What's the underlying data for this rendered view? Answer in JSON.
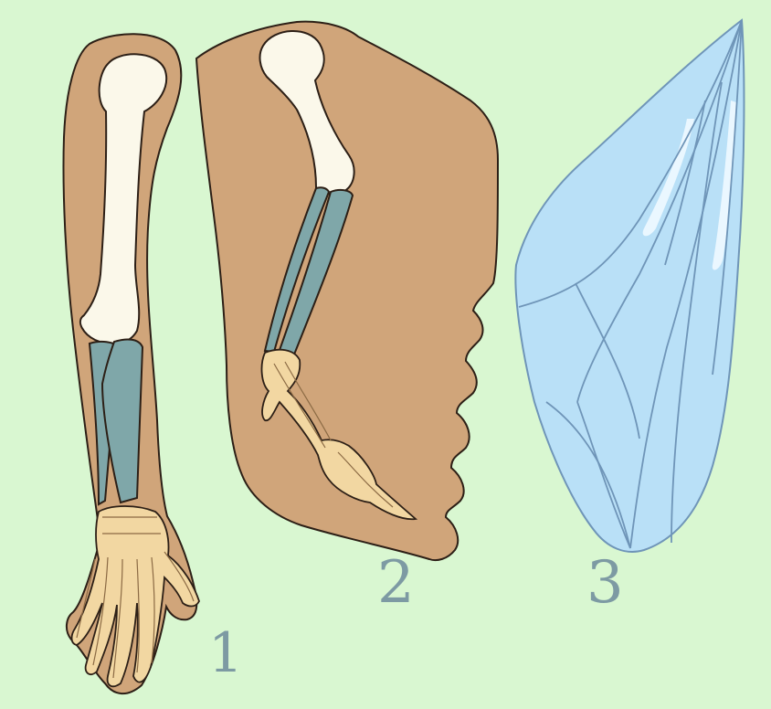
{
  "labels": {
    "one": "1",
    "two": "2",
    "three": "3"
  },
  "colors": {
    "background": "#d9f7d1",
    "skin": "#d0a57a",
    "bone": "#fbf8ea",
    "forearm_bone": "#7fa7a9",
    "hand_bone": "#f2d7a2",
    "wing": "#b9e0f7",
    "wing_vein": "#6f95b8",
    "outline": "#2c1f16",
    "label": "#7d9aa3"
  },
  "items": [
    {
      "id": "human-arm",
      "kind": "human arm skeleton"
    },
    {
      "id": "bird-wing",
      "kind": "bird wing skeleton"
    },
    {
      "id": "insect-wing",
      "kind": "insect wing"
    }
  ]
}
